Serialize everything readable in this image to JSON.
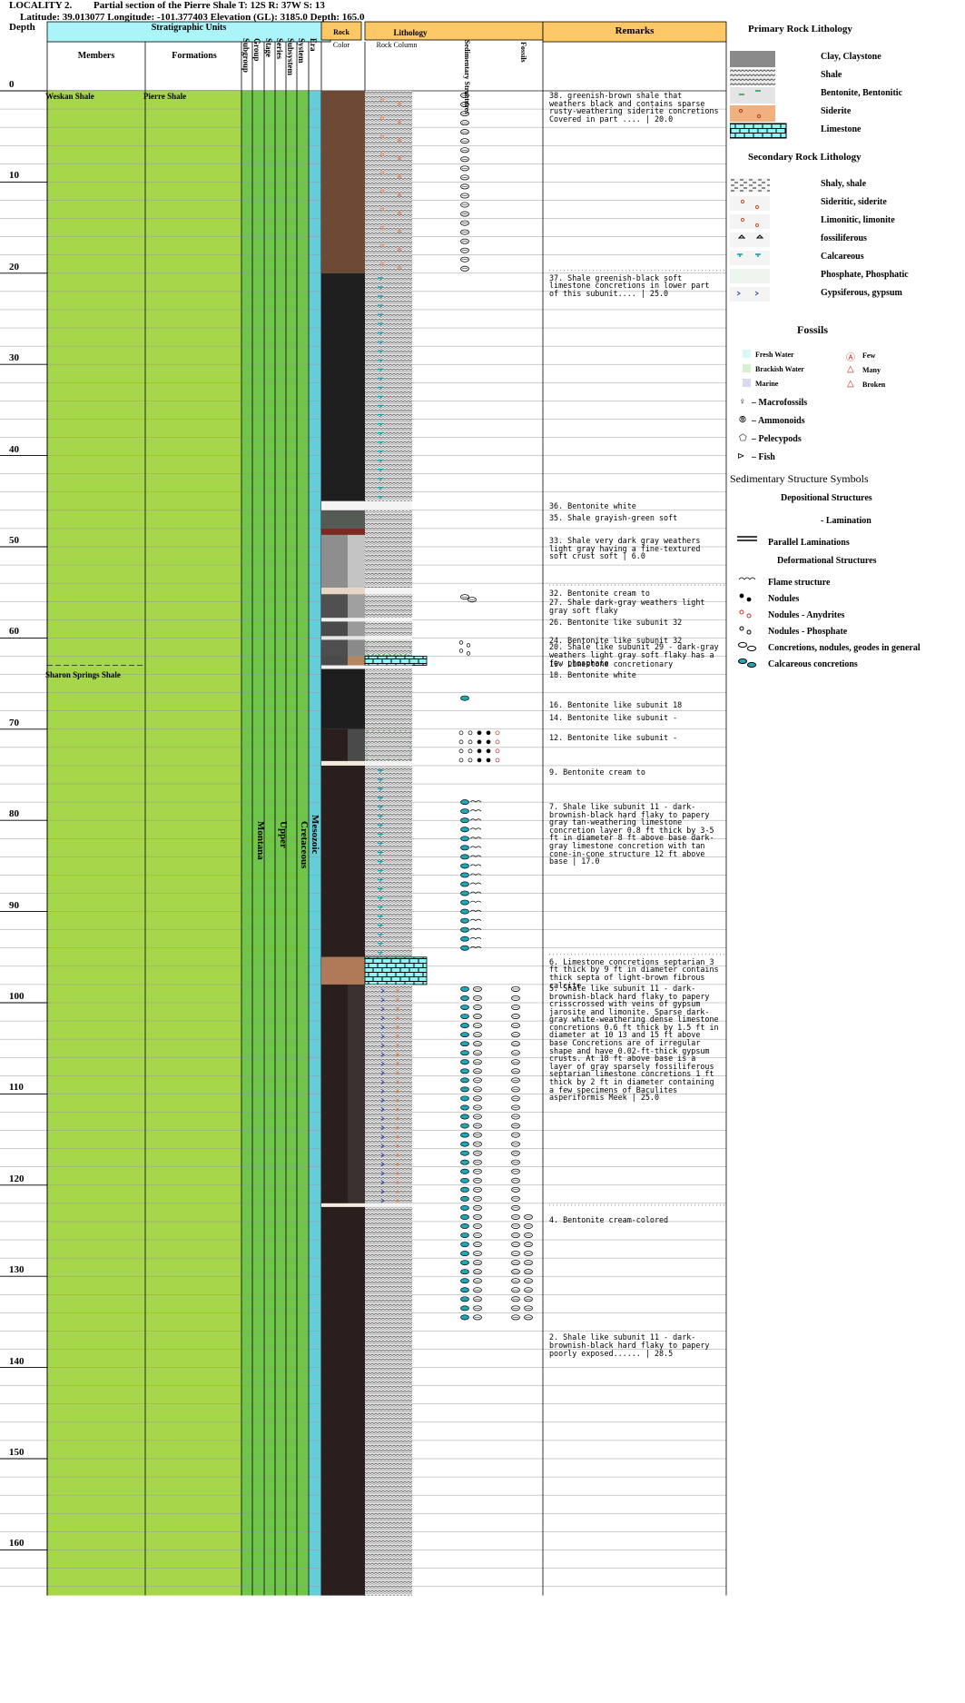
{
  "header": {
    "locality": "LOCALITY 2.",
    "title": "Partial section of the Pierre Shale T: 12S R: 37W S: 13",
    "coords": "Latitude: 39.013077 Longitude: -101.377403 Elevation (GL): 3185.0 Depth: 165.0"
  },
  "columns": {
    "depth": "Depth",
    "strat_units": "Stratigraphic Units",
    "members": "Members",
    "formations": "Formations",
    "subgroup": "Subgroup",
    "group": "Group",
    "stage": "Stage",
    "series": "Series",
    "subsystem": "Subsystem",
    "system": "System",
    "era": "Era",
    "rock_color": "Rock Color",
    "rock": "Rock",
    "color": "Color",
    "lithology": "Lithology",
    "rock_column": "Rock Column",
    "sed_structures": "Sedimentary Structures",
    "fossils": "Fossils",
    "remarks": "Remarks"
  },
  "depth_ticks": [
    0,
    10,
    20,
    30,
    40,
    50,
    60,
    70,
    80,
    90,
    100,
    110,
    120,
    130,
    140,
    150,
    160
  ],
  "members": [
    {
      "label": "Weskan Shale",
      "depth": 0
    },
    {
      "label": "Sharon Springs Shale",
      "depth": 63
    }
  ],
  "formation": {
    "label": "Pierre Shale",
    "depth": 0
  },
  "vertical_labels": {
    "group": "Montana",
    "series": "Upper",
    "system": "Cretaceous",
    "era": "Mesozoic"
  },
  "units": [
    {
      "top": 0,
      "bottom": 20,
      "color": "#6e4a36",
      "color2": "#6e4a36",
      "lith": "shale",
      "sec": "siderite"
    },
    {
      "top": 20,
      "bottom": 45,
      "color": "#1f1f1f",
      "color2": "#1f1f1f",
      "lith": "shale",
      "sec": "calcareous"
    },
    {
      "top": 45,
      "bottom": 46,
      "color": "#f4f4f4",
      "color2": "#f4f4f4",
      "lith": "bentonite",
      "sec": ""
    },
    {
      "top": 46,
      "bottom": 48,
      "color": "#555a55",
      "color2": "#555a55",
      "lith": "shale",
      "sec": ""
    },
    {
      "top": 48,
      "bottom": 48.7,
      "color": "#7a2a20",
      "color2": "#7a2a20",
      "lith": "shale",
      "sec": ""
    },
    {
      "top": 48.7,
      "bottom": 54.5,
      "color": "#8e8e8e",
      "color2": "#c4c4c4",
      "lith": "shale",
      "sec": ""
    },
    {
      "top": 54.5,
      "bottom": 55.2,
      "color": "#e8d6c4",
      "color2": "#e8d6c4",
      "lith": "bentonite",
      "sec": ""
    },
    {
      "top": 55.2,
      "bottom": 57.8,
      "color": "#505050",
      "color2": "#a0a0a0",
      "lith": "shale",
      "sec": ""
    },
    {
      "top": 57.8,
      "bottom": 58.2,
      "color": "#f0f0f0",
      "color2": "#f0f0f0",
      "lith": "bentonite",
      "sec": ""
    },
    {
      "top": 58.2,
      "bottom": 59.8,
      "color": "#4a4a4a",
      "color2": "#9a9a9a",
      "lith": "shale",
      "sec": ""
    },
    {
      "top": 59.8,
      "bottom": 60.2,
      "color": "#e6e6e6",
      "color2": "#e6e6e6",
      "lith": "bentonite",
      "sec": ""
    },
    {
      "top": 60.2,
      "bottom": 62,
      "color": "#4e4e4e",
      "color2": "#8a8a8a",
      "lith": "shale",
      "sec": "phosphate"
    },
    {
      "top": 62,
      "bottom": 63,
      "color": "#4a4a4a",
      "color2": "#b48660",
      "lith": "limestone",
      "sec": ""
    },
    {
      "top": 63,
      "bottom": 63.4,
      "color": "#f0f0f0",
      "color2": "#f0f0f0",
      "lith": "bentonite",
      "sec": ""
    },
    {
      "top": 63.4,
      "bottom": 70,
      "color": "#1e1e1e",
      "color2": "#1e1e1e",
      "lith": "shale",
      "sec": ""
    },
    {
      "top": 70,
      "bottom": 73.5,
      "color": "#2a1f1c",
      "color2": "#4a4a4a",
      "lith": "shale",
      "sec": "phosphate"
    },
    {
      "top": 73.5,
      "bottom": 74,
      "color": "#f2e8dc",
      "color2": "#f2e8dc",
      "lith": "bentonite",
      "sec": ""
    },
    {
      "top": 74,
      "bottom": 95,
      "color": "#2a1f1c",
      "color2": "#2a1f1c",
      "lith": "shale",
      "sec": "calcareous"
    },
    {
      "top": 95,
      "bottom": 98,
      "color": "#b07a58",
      "color2": "#b07a58",
      "lith": "limestone",
      "sec": ""
    },
    {
      "top": 98,
      "bottom": 122,
      "color": "#2a1f1c",
      "color2": "#3a3030",
      "lith": "shale",
      "sec": "gypsum"
    },
    {
      "top": 122,
      "bottom": 122.4,
      "color": "#f4ece0",
      "color2": "#f4ece0",
      "lith": "bentonite",
      "sec": ""
    },
    {
      "top": 122.4,
      "bottom": 165,
      "color": "#2a1f1c",
      "color2": "#2a1f1c",
      "lith": "shale",
      "sec": ""
    }
  ],
  "remarks": [
    {
      "depth": 0,
      "text": "38. greenish-brown shale that weathers black and contains sparse rusty-weathering siderite concretions Covered in part .... | 20.0"
    },
    {
      "depth": 20,
      "text": "37. Shale greenish-black soft limestone concretions in lower part of this subunit.... | 25.0"
    },
    {
      "depth": 45,
      "text": "36. Bentonite white"
    },
    {
      "depth": 46.3,
      "text": "35. Shale grayish-green soft"
    },
    {
      "depth": 48.8,
      "text": "33. Shale very dark gray weathers light gray having a fine-textured soft crust soft | 6.0"
    },
    {
      "depth": 54.6,
      "text": "32. Bentonite cream to"
    },
    {
      "depth": 55.6,
      "text": "27. Shale dark-gray weathers light gray soft flaky"
    },
    {
      "depth": 57.8,
      "text": "26. Bentonite like subunit 32"
    },
    {
      "depth": 59.8,
      "text": "24. Bentonite like subunit 32"
    },
    {
      "depth": 60.5,
      "text": "20. Shale like subunit 29 - dark-gray weathers light gray soft flaky has a few phosphate"
    },
    {
      "depth": 62.4,
      "text": "19. Limestone concretionary"
    },
    {
      "depth": 63.5,
      "text": "18. Bentonite white"
    },
    {
      "depth": 66.8,
      "text": "16. Bentonite like subunit 18"
    },
    {
      "depth": 68.2,
      "text": "14. Bentonite like subunit -"
    },
    {
      "depth": 70.4,
      "text": "12. Bentonite like subunit -"
    },
    {
      "depth": 74.2,
      "text": "9. Bentonite cream to"
    },
    {
      "depth": 78,
      "text": "7. Shale like subunit 11 - dark-brownish-black hard flaky to papery gray tan-weathering limestone concretion layer 0.8 ft thick by 3-5 ft in diameter 8 ft above base dark-gray limestone concretion with tan cone-in-cone structure 12 ft above base | 17.0"
    },
    {
      "depth": 95,
      "text": "6. Limestone concretions septarian 3 ft thick by 9 ft in diameter contains thick septa of light-brown fibrous calcite"
    },
    {
      "depth": 97.9,
      "text": "5. Shale like subunit 11 - dark-brownish-black hard flaky to papery crisscrossed with veins of gypsum jarosite and limonite. Sparse dark-gray white-weathering dense limestone concretions 0.6 ft thick by 1.5 ft in diameter at 10 13 and 15 ft above base Concretions are of irregular shape and have 0.02-ft-thick gypsum crusts. At 18 ft above base is a layer of gray sparsely fossiliferous septarian limestone concretions 1 ft thick by 2 ft in diameter containing a few specimens of Baculites asperiformis Meek | 25.0"
    },
    {
      "depth": 123.3,
      "text": "4. Bentonite cream-colored"
    },
    {
      "depth": 136.2,
      "text": "2. Shale like subunit 11 - dark-brownish-black hard flaky to papery poorly exposed...... | 28.5"
    }
  ],
  "legend": {
    "primary_title": "Primary Rock Lithology",
    "primary": [
      {
        "key": "clay",
        "label": "Clay, Claystone"
      },
      {
        "key": "shale",
        "label": "Shale"
      },
      {
        "key": "bentonite",
        "label": "Bentonite, Bentonitic"
      },
      {
        "key": "siderite",
        "label": "Siderite"
      },
      {
        "key": "limestone",
        "label": "Limestone"
      }
    ],
    "secondary_title": "Secondary Rock Lithology",
    "secondary": [
      {
        "key": "shaly",
        "label": "Shaly, shale"
      },
      {
        "key": "sideritic",
        "label": "Sideritic, siderite"
      },
      {
        "key": "limonitic",
        "label": "Limonitic, limonite"
      },
      {
        "key": "fossiliferous",
        "label": "fossiliferous"
      },
      {
        "key": "calcareous",
        "label": "Calcareous"
      },
      {
        "key": "phosphate",
        "label": "Phosphate, Phosphatic"
      },
      {
        "key": "gypsum",
        "label": "Gypsiferous, gypsum"
      }
    ],
    "fossils_title": "Fossils",
    "water": [
      {
        "label": "Fresh Water",
        "color": "#d8f8f8"
      },
      {
        "label": "Brackish Water",
        "color": "#d8f0d0"
      },
      {
        "label": "Marine",
        "color": "#d8d8f0"
      }
    ],
    "abundance": [
      "Few",
      "Many",
      "Broken"
    ],
    "fossil_types": [
      "– Macrofossils",
      "– Ammonoids",
      "– Pelecypods",
      "– Fish"
    ],
    "sed_title": "Sedimentary Structure Symbols",
    "depositional_title": "Depositional Structures",
    "lamination": "- Lamination",
    "parallel": "Parallel Laminations",
    "deformational_title": "Deformational Structures",
    "structures": [
      {
        "key": "flame",
        "label": "Flame structure"
      },
      {
        "key": "nodules",
        "label": "Nodules"
      },
      {
        "key": "anhydrite",
        "label": "Nodules - Anydrites"
      },
      {
        "key": "phos_nod",
        "label": "Nodules - Phosphate"
      },
      {
        "key": "concretion",
        "label": "Concretions, nodules, geodes in general"
      },
      {
        "key": "calc_conc",
        "label": "Calcareous concretions"
      }
    ]
  },
  "colors": {
    "header_cyan": "#aaf4fa",
    "header_orange": "#fcc866",
    "member_green": "#a6d64a",
    "band_green": "#6fc64a",
    "era_cyan": "#66ccd8",
    "limestone_cyan": "#8ef4f4",
    "siderite_orange": "#e0804a"
  }
}
